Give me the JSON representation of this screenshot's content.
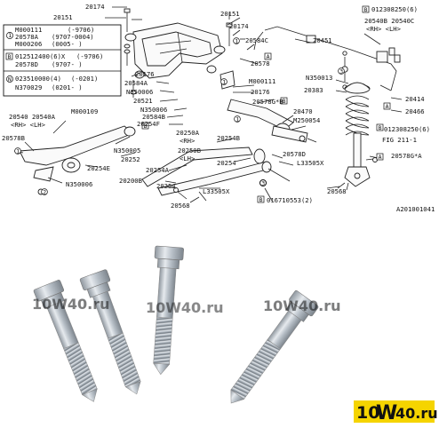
{
  "diagram": {
    "figure_id": "A201001041",
    "legend_rows": [
      {
        "marker": "1",
        "parts": [
          "M000111",
          "20578A",
          "M000206"
        ],
        "notes": [
          "(-9706)",
          "(9707-0004)",
          "(0005-    )"
        ]
      },
      {
        "marker": "B",
        "parts": [
          "012512400(6)X",
          "20578D"
        ],
        "notes": [
          "(-9706)",
          "(9707-    )"
        ]
      },
      {
        "marker": "N",
        "parts": [
          "023510000(4)",
          "N370029"
        ],
        "notes": [
          "(-0201)",
          "(0201-    )"
        ]
      }
    ],
    "labels": {
      "p20174a": "20174",
      "p20151": "20151",
      "p20151b": "20151",
      "p20174b": "20174",
      "p20584c": "20584C",
      "p20578": "20578",
      "p20451": "20451",
      "p20540_rh_lh": "20540B  20540C",
      "p_rh_lh": "<RH>    <LH>",
      "pB012308250": "012308250(6)",
      "p20176": "20176",
      "p20584a": "20584A",
      "pN350006a": "N350006",
      "p20521": "20521",
      "p20584b": "20584B",
      "p20254f": "20254F",
      "pM000111": "M000111",
      "p20176b": "20176",
      "p20578b_star": "20578G*B",
      "pN350013": "N350013",
      "p20383": "20383",
      "p20414": "20414",
      "p20466": "20466",
      "pB012308250b": "012308250(6)",
      "pFIG211": "FIG 211-1",
      "p20540": "20540   20540A",
      "p20540_sub": "<RH>     <LH>",
      "pM000109": "M000109",
      "p20578b": "20578B",
      "pN350005": "N350005",
      "p20252": "20252",
      "p20254e": "20254E",
      "pN350006b": "N350006",
      "p20470": "20470",
      "pM250054": "M250054",
      "p20250a": "20250A",
      "p20250a_sub": "<RH>",
      "p20250b": "20250B",
      "p20250b_sub": "<LH>",
      "p20254b": "20254B",
      "p20254": "20254",
      "p20578d": "20578D",
      "pL33505X": "L33505X",
      "p20578g_a": "20578G*A",
      "p20254a": "20254A",
      "p20200b": "20200B",
      "pL33505Xb": "L33505X",
      "p20568": "20568",
      "pB016710553": "016710553(2)",
      "p20568b": "20568"
    }
  },
  "photo": {
    "subject": "four-hex-flange-bolts",
    "watermark_text": "10W40.ru",
    "badge": {
      "left": "10",
      "mid": "W",
      "right": "40.ru"
    },
    "colors": {
      "badge_bg": "#f5d400",
      "badge_text": "#1a1a1a",
      "metal": "#c9cfd6"
    }
  }
}
